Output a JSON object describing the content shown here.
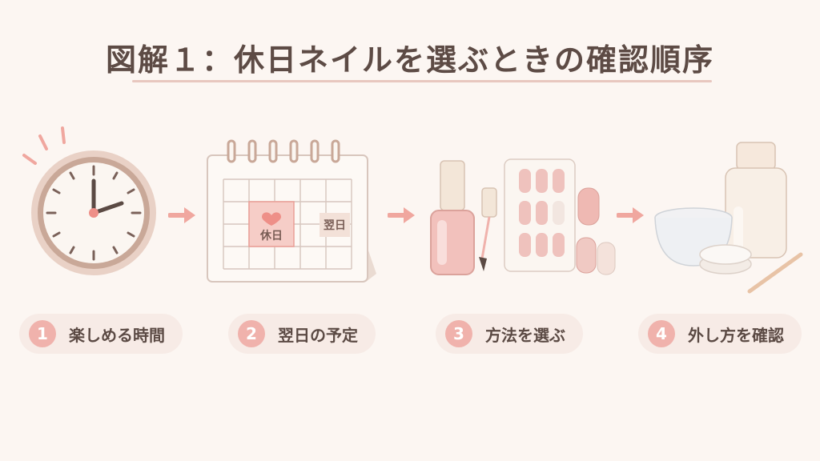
{
  "title": "図解１：休日ネイルを選ぶときの確認順序",
  "calendar": {
    "holiday_label": "休日",
    "next_day_label": "翌日"
  },
  "steps": [
    {
      "number": "1",
      "label": "楽しめる時間"
    },
    {
      "number": "2",
      "label": "翌日の予定"
    },
    {
      "number": "3",
      "label": "方法を選ぶ"
    },
    {
      "number": "4",
      "label": "外し方を確認"
    }
  ],
  "colors": {
    "background": "#fcf6f2",
    "accent_pink": "#f0b2ac",
    "pill_background": "#f7ebe6",
    "text": "#5b4a44"
  }
}
